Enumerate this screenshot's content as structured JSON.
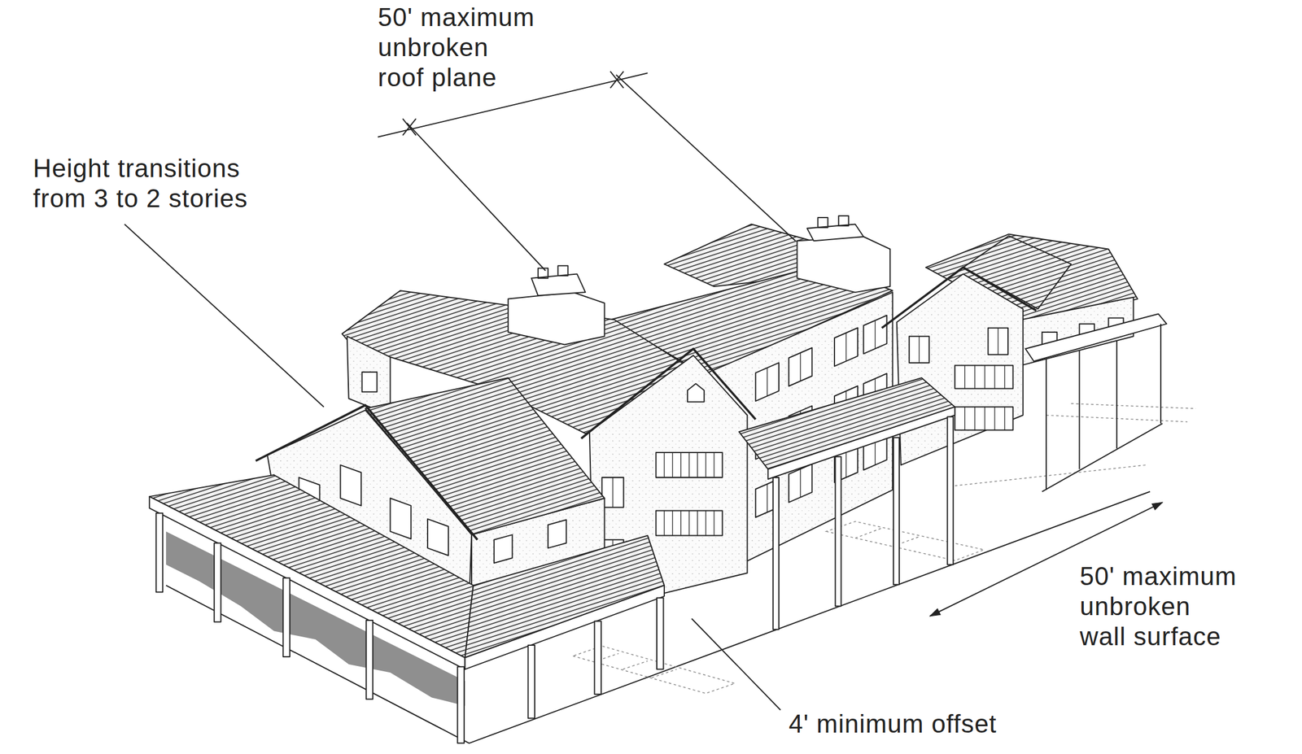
{
  "diagram": {
    "labels": [
      "50' maximum unbroken roof plane",
      "Height transitions from 3 to 2 stories",
      "50' maximum unbroken wall surface",
      "4' minimum offset"
    ]
  }
}
